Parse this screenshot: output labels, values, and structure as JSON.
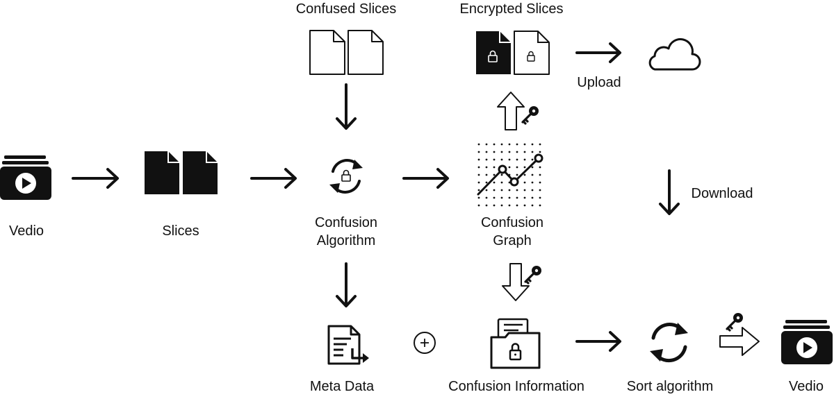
{
  "labels": {
    "vedio_left": "Vedio",
    "slices": "Slices",
    "confused_slices": "Confused Slices",
    "encrypted_slices": "Encrypted Slices",
    "upload": "Upload",
    "confusion_algorithm": [
      "Confusion",
      "Algorithm"
    ],
    "confusion_graph": [
      "Confusion",
      "Graph"
    ],
    "download": "Download",
    "meta_data": "Meta Data",
    "confusion_information": "Confusion Information",
    "sort_algorithm": "Sort algorithm",
    "vedio_right": "Vedio",
    "plus": "+"
  },
  "colors": {
    "ink": "#111111",
    "background": "#ffffff"
  },
  "icons": [
    "video-stack-icon",
    "document-pair-icon",
    "document-pair-outline-icon",
    "encrypted-document-pair-icon",
    "cloud-icon",
    "sync-lock-icon",
    "dot-graph-icon",
    "key-icon",
    "meta-data-document-icon",
    "locked-folder-icon",
    "sync-icon",
    "plus-circle-icon"
  ]
}
